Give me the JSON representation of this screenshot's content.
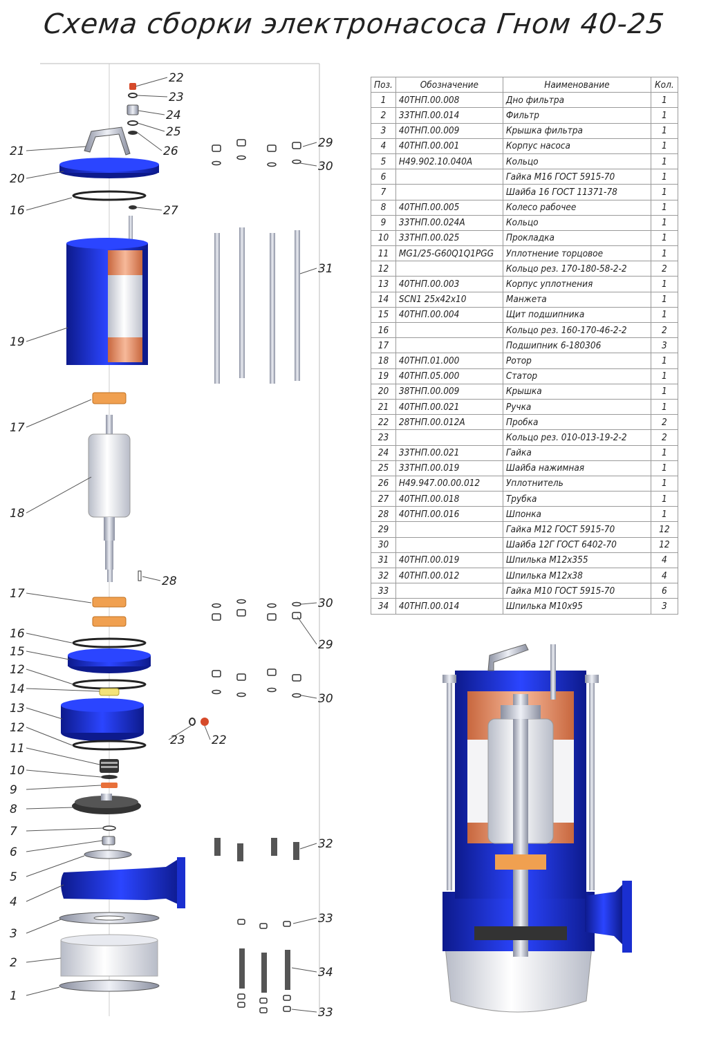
{
  "title": "Схема сборки электронасоса Гном 40-25",
  "table": {
    "headers": [
      "Поз.",
      "Обозначение",
      "Наименование",
      "Кол."
    ],
    "rows": [
      [
        "1",
        "40ТНП.00.008",
        "Дно фильтра",
        "1"
      ],
      [
        "2",
        "33ТНП.00.014",
        "Фильтр",
        "1"
      ],
      [
        "3",
        "40ТНП.00.009",
        "Крышка фильтра",
        "1"
      ],
      [
        "4",
        "40ТНП.00.001",
        "Корпус насоса",
        "1"
      ],
      [
        "5",
        "Н49.902.10.040А",
        "Кольцо",
        "1"
      ],
      [
        "6",
        "",
        "Гайка М16 ГОСТ 5915-70",
        "1"
      ],
      [
        "7",
        "",
        "Шайба 16 ГОСТ 11371-78",
        "1"
      ],
      [
        "8",
        "40ТНП.00.005",
        "Колесо рабочее",
        "1"
      ],
      [
        "9",
        "33ТНП.00.024А",
        "Кольцо",
        "1"
      ],
      [
        "10",
        "33ТНП.00.025",
        "Прокладка",
        "1"
      ],
      [
        "11",
        "MG1/25-G60Q1Q1PGG",
        "Уплотнение торцовое",
        "1"
      ],
      [
        "12",
        "",
        "Кольцо рез. 170-180-58-2-2",
        "2"
      ],
      [
        "13",
        "40ТНП.00.003",
        "Корпус уплотнения",
        "1"
      ],
      [
        "14",
        "SCN1 25х42х10",
        "Манжета",
        "1"
      ],
      [
        "15",
        "40ТНП.00.004",
        "Щит подшипника",
        "1"
      ],
      [
        "16",
        "",
        "Кольцо рез. 160-170-46-2-2",
        "2"
      ],
      [
        "17",
        "",
        "Подшипник 6-180306",
        "3"
      ],
      [
        "18",
        "40ТНП.01.000",
        "Ротор",
        "1"
      ],
      [
        "19",
        "40ТНП.05.000",
        "Статор",
        "1"
      ],
      [
        "20",
        "38ТНП.00.009",
        "Крышка",
        "1"
      ],
      [
        "21",
        "40ТНП.00.021",
        "Ручка",
        "1"
      ],
      [
        "22",
        "28ТНП.00.012А",
        "Пробка",
        "2"
      ],
      [
        "23",
        "",
        "Кольцо рез. 010-013-19-2-2",
        "2"
      ],
      [
        "24",
        "33ТНП.00.021",
        "Гайка",
        "1"
      ],
      [
        "25",
        "33ТНП.00.019",
        "Шайба нажимная",
        "1"
      ],
      [
        "26",
        "Н49.947.00.00.012",
        "Уплотнитель",
        "1"
      ],
      [
        "27",
        "40ТНП.00.018",
        "Трубка",
        "1"
      ],
      [
        "28",
        "40ТНП.00.016",
        "Шпонка",
        "1"
      ],
      [
        "29",
        "",
        "Гайка М12 ГОСТ 5915-70",
        "12"
      ],
      [
        "30",
        "",
        "Шайба 12Г ГОСТ 6402-70",
        "12"
      ],
      [
        "31",
        "40ТНП.00.019",
        "Шпилька М12х355",
        "4"
      ],
      [
        "32",
        "40ТНП.00.012",
        "Шпилька М12х38",
        "4"
      ],
      [
        "33",
        "",
        "Гайка М10 ГОСТ 5915-70",
        "6"
      ],
      [
        "34",
        "40ТНП.00.014",
        "Шпилька М10х95",
        "3"
      ]
    ]
  },
  "callouts": [
    "22",
    "23",
    "24",
    "25",
    "26",
    "21",
    "29",
    "20",
    "30",
    "16",
    "27",
    "19",
    "31",
    "17",
    "18",
    "28",
    "17",
    "30",
    "16",
    "29",
    "15",
    "12",
    "14",
    "13",
    "30",
    "12",
    "23",
    "22",
    "11",
    "10",
    "9",
    "8",
    "7",
    "6",
    "32",
    "5",
    "4",
    "3",
    "33",
    "2",
    "34",
    "1",
    "33"
  ],
  "colors": {
    "blue": "#1a2fd0",
    "dark_blue": "#0d1a8c",
    "copper": "#e8956b",
    "orange": "#f0a050",
    "steel": "#c8ccd8"
  }
}
